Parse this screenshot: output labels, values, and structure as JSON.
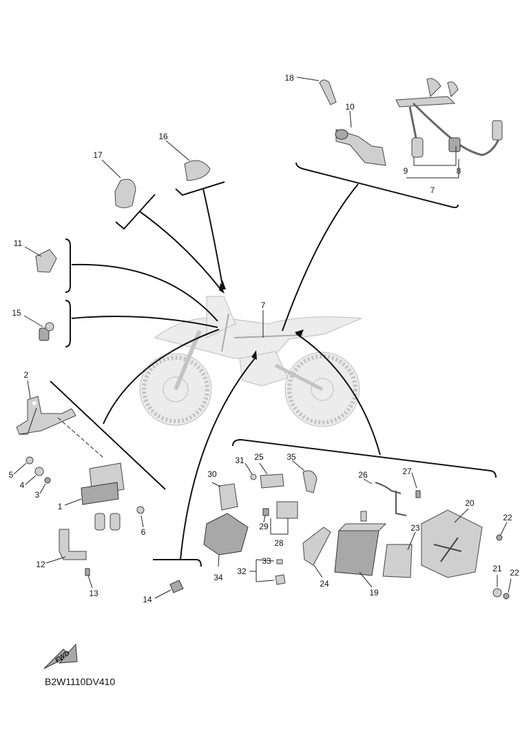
{
  "diagram_code": "B2W1110DV410",
  "fwd_label": "FWD",
  "callouts": {
    "c1": "1",
    "c2": "2",
    "c3": "3",
    "c4": "4",
    "c5": "5",
    "c6": "6",
    "c7a": "7",
    "c7b": "7",
    "c8": "8",
    "c9": "9",
    "c10": "10",
    "c11": "11",
    "c12": "12",
    "c13": "13",
    "c14": "14",
    "c15": "15",
    "c16": "16",
    "c17": "17",
    "c18": "18",
    "c19": "19",
    "c20": "20",
    "c21": "21",
    "c22a": "22",
    "c22b": "22",
    "c23": "23",
    "c24": "24",
    "c25": "25",
    "c26": "26",
    "c27": "27",
    "c28": "28",
    "c29": "29",
    "c30": "30",
    "c31": "31",
    "c32": "32",
    "c33": "33",
    "c34": "34",
    "c35": "35"
  }
}
